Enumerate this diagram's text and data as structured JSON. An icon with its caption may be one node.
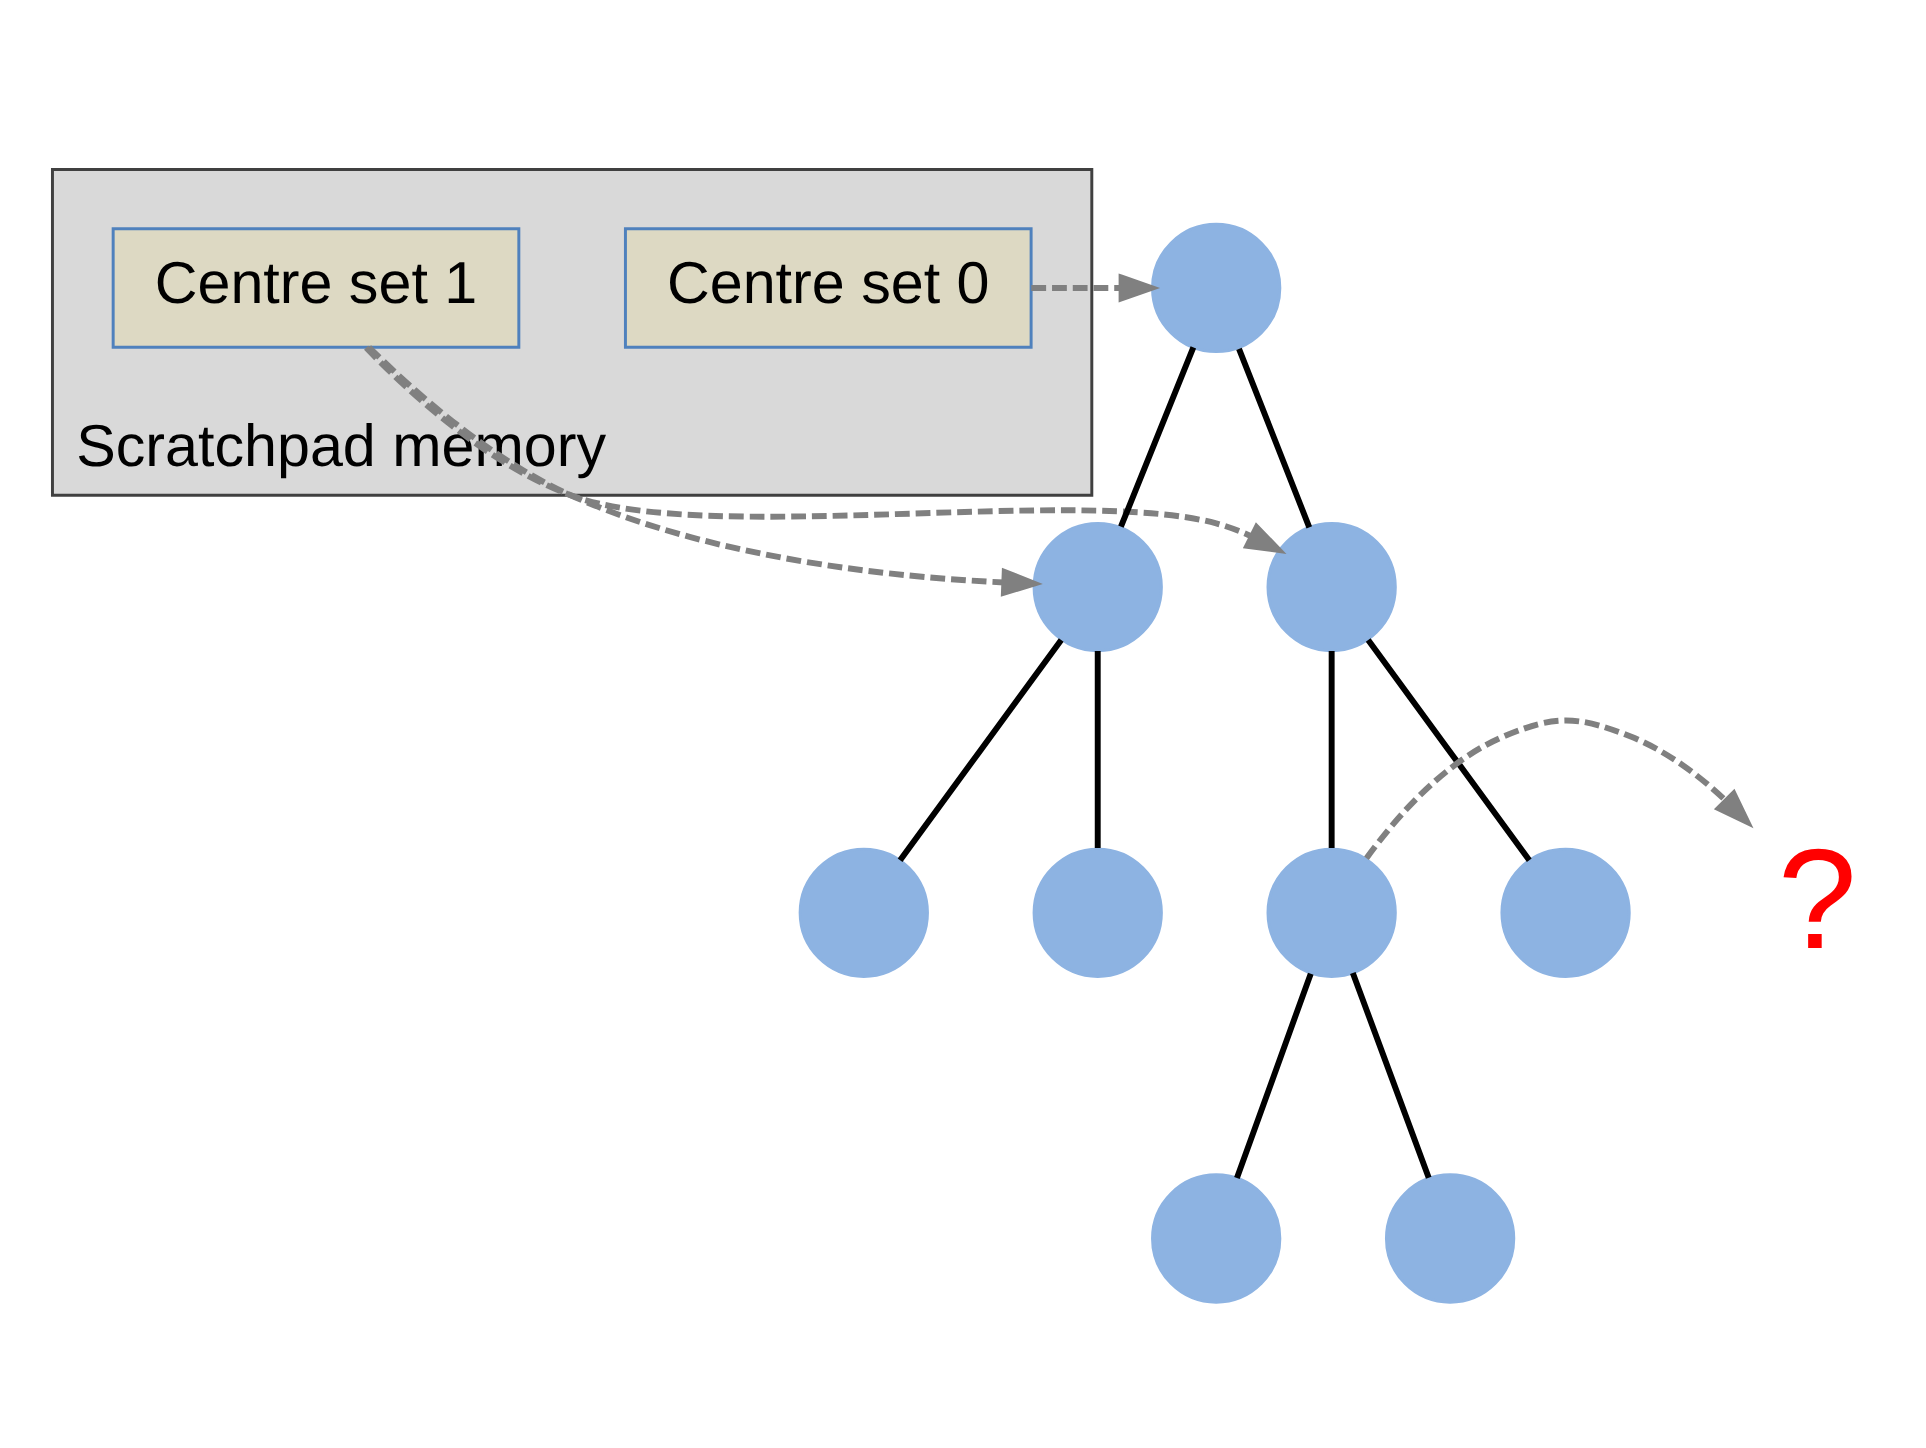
{
  "diagram": {
    "nodes": [
      {
        "text": [
          "Scratchpad memory"
        ]
      },
      {
        "text": [
          "Centre set 0"
        ],
        "in": 0
      },
      {
        "text": [
          "Centre set 1"
        ],
        "in": 0
      },
      {
        "text": [],
        "shape": "circle"
      },
      {
        "text": [],
        "shape": "circle"
      },
      {
        "text": [],
        "shape": "circle"
      },
      {
        "text": [],
        "shape": "circle"
      },
      {
        "text": [],
        "shape": "circle"
      },
      {
        "text": [
          "?"
        ]
      },
      {
        "text": [],
        "shape": "circle"
      },
      {
        "text": [],
        "shape": "circle"
      },
      {
        "text": [],
        "shape": "circle"
      },
      {
        "text": [],
        "shape": "circle"
      }
    ],
    "edges": [
      {
        "from": 1,
        "to": 3,
        "arrow": "to",
        "style": "dashed",
        "color": "#808080"
      },
      {
        "from": 2,
        "to": 4,
        "arrow": "to",
        "style": "dashed",
        "color": "#808080"
      },
      {
        "from": 2,
        "to": 5,
        "arrow": "to",
        "style": "dashed",
        "color": "#808080"
      },
      {
        "from": 3,
        "to": 4,
        "arrow": "none"
      },
      {
        "from": 3,
        "to": 5,
        "arrow": "none"
      },
      {
        "from": 4,
        "to": 6,
        "arrow": "none"
      },
      {
        "from": 4,
        "to": 7,
        "arrow": "none"
      },
      {
        "from": 5,
        "to": 9,
        "arrow": "none"
      },
      {
        "from": 5,
        "to": 10,
        "arrow": "none"
      },
      {
        "from": 9,
        "to": 8,
        "arrow": "to",
        "style": "dashed",
        "color": "#808080"
      },
      {
        "from": 9,
        "to": 11,
        "arrow": "none"
      },
      {
        "from": 9,
        "to": 12,
        "arrow": "none"
      }
    ]
  }
}
